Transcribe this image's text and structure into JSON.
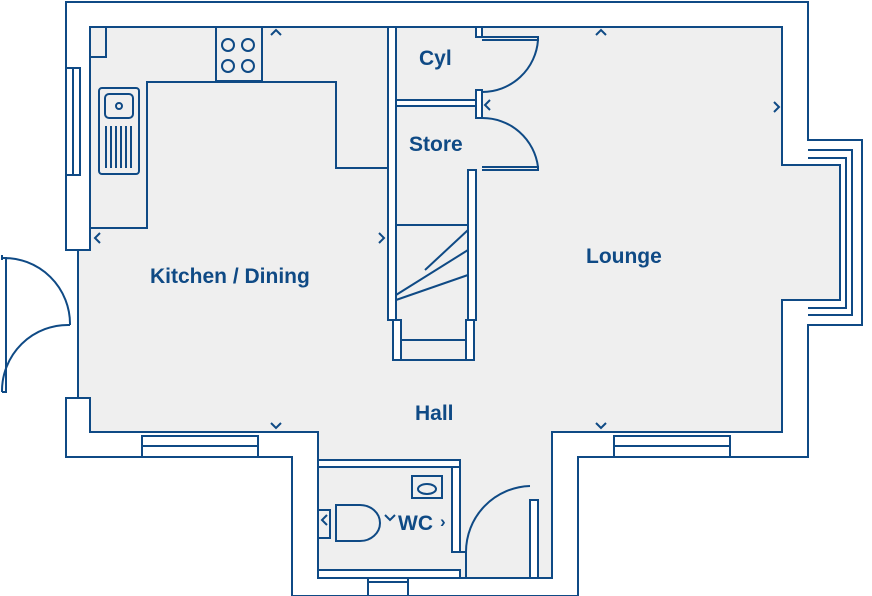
{
  "rooms": {
    "cyl": "Cyl",
    "store": "Store",
    "kitchen": "Kitchen / Dining",
    "lounge": "Lounge",
    "hall": "Hall",
    "wc": "WC"
  },
  "colors": {
    "wall": "#0f4a85",
    "floor": "#efefef"
  }
}
